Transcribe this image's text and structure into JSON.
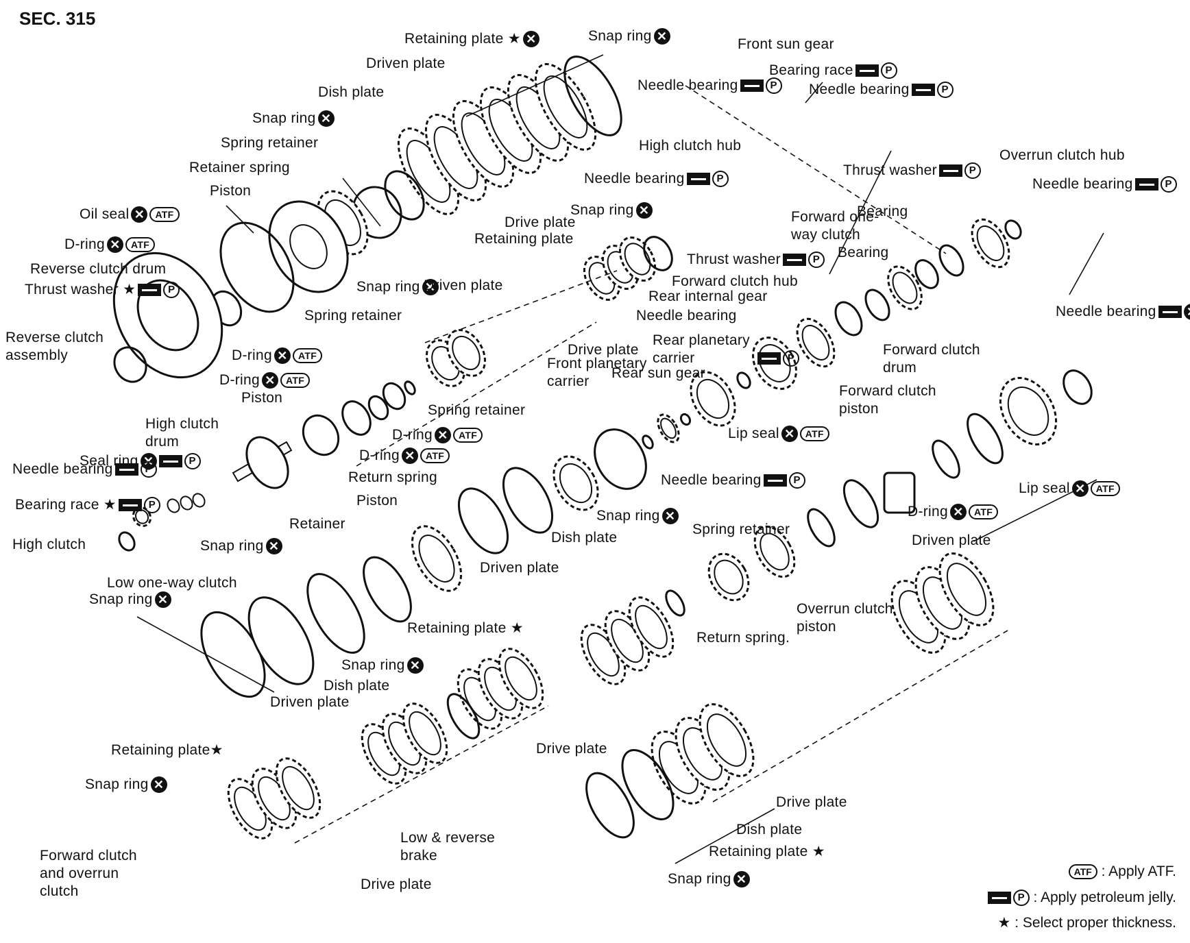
{
  "section": "SEC. 315",
  "labels": [
    {
      "text": "Retaining plate ★",
      "sym": [
        "x"
      ]
    },
    {
      "text": "Snap ring",
      "sym": [
        "x"
      ]
    },
    {
      "text": "Front sun gear",
      "sym": []
    },
    {
      "text": "Driven plate",
      "sym": []
    },
    {
      "text": "Bearing race",
      "sym": [
        "pj",
        "p"
      ]
    },
    {
      "text": "Dish plate",
      "sym": []
    },
    {
      "text": "Needle bearing",
      "sym": [
        "pj",
        "p"
      ]
    },
    {
      "text": "Needle bearing",
      "sym": [
        "pj",
        "p"
      ]
    },
    {
      "text": "Snap ring",
      "sym": [
        "x"
      ]
    },
    {
      "text": "Spring retainer",
      "sym": []
    },
    {
      "text": "High clutch hub",
      "sym": []
    },
    {
      "text": "Retainer spring",
      "sym": []
    },
    {
      "text": "Needle bearing",
      "sym": [
        "pj",
        "p"
      ]
    },
    {
      "text": "Thrust washer",
      "sym": [
        "pj",
        "p"
      ]
    },
    {
      "text": "Overrun clutch hub",
      "sym": []
    },
    {
      "text": "Piston",
      "sym": []
    },
    {
      "text": "Snap ring",
      "sym": [
        "x"
      ]
    },
    {
      "text": "Needle bearing",
      "sym": [
        "pj",
        "p"
      ]
    },
    {
      "text": "Oil seal",
      "sym": [
        "x",
        "atf"
      ]
    },
    {
      "text": "Drive plate",
      "sym": []
    },
    {
      "text": "Forward one-way clutch",
      "sym": []
    },
    {
      "text": "Bearing",
      "sym": []
    },
    {
      "text": "D-ring",
      "sym": [
        "x",
        "atf"
      ]
    },
    {
      "text": "Retaining plate",
      "sym": []
    },
    {
      "text": "Bearing",
      "sym": []
    },
    {
      "text": "Thrust washer",
      "sym": [
        "pj",
        "p"
      ]
    },
    {
      "text": "Reverse clutch drum",
      "sym": []
    },
    {
      "text": "Snap ring",
      "sym": [
        "x"
      ]
    },
    {
      "text": "Driven plate",
      "sym": []
    },
    {
      "text": "Forward clutch hub",
      "sym": []
    },
    {
      "text": "Thrust washer ★",
      "sym": [
        "pj",
        "p"
      ]
    },
    {
      "text": "Rear internal gear",
      "sym": []
    },
    {
      "text": "Spring retainer",
      "sym": []
    },
    {
      "text": "Needle bearing",
      "sym": []
    },
    {
      "text": "Needle bearing",
      "sym": [
        "pj",
        "x"
      ]
    },
    {
      "text": "Reverse clutch assembly",
      "sym": []
    },
    {
      "text": "Rear planetary carrier",
      "sym": [
        "pj",
        "p"
      ]
    },
    {
      "text": "Drive plate",
      "sym": []
    },
    {
      "text": "D-ring",
      "sym": [
        "x",
        "atf"
      ]
    },
    {
      "text": "Forward clutch drum",
      "sym": []
    },
    {
      "text": "Front planetary carrier",
      "sym": []
    },
    {
      "text": "Rear sun gear",
      "sym": []
    },
    {
      "text": "D-ring",
      "sym": [
        "x",
        "atf"
      ]
    },
    {
      "text": "Piston",
      "sym": []
    },
    {
      "text": "Forward clutch piston",
      "sym": []
    },
    {
      "text": "High clutch drum",
      "sym": []
    },
    {
      "text": "Spring retainer",
      "sym": []
    },
    {
      "text": "Lip seal",
      "sym": [
        "x",
        "atf"
      ]
    },
    {
      "text": "D-ring",
      "sym": [
        "x",
        "atf"
      ]
    },
    {
      "text": "Seal ring",
      "sym": [
        "x",
        "pj",
        "p"
      ]
    },
    {
      "text": "D-ring",
      "sym": [
        "x",
        "atf"
      ]
    },
    {
      "text": "Return spring",
      "sym": []
    },
    {
      "text": "Needle bearing",
      "sym": [
        "pj",
        "p"
      ]
    },
    {
      "text": "Needle bearing",
      "sym": [
        "pj",
        "p"
      ]
    },
    {
      "text": "Lip seal",
      "sym": [
        "x",
        "atf"
      ]
    },
    {
      "text": "Bearing race ★",
      "sym": [
        "pj",
        "p"
      ]
    },
    {
      "text": "Piston",
      "sym": []
    },
    {
      "text": "Snap ring",
      "sym": [
        "x"
      ]
    },
    {
      "text": "D-ring",
      "sym": [
        "x",
        "atf"
      ]
    },
    {
      "text": "Spring retainer",
      "sym": []
    },
    {
      "text": "Retainer",
      "sym": []
    },
    {
      "text": "Dish plate",
      "sym": []
    },
    {
      "text": "Driven plate",
      "sym": []
    },
    {
      "text": "High clutch",
      "sym": []
    },
    {
      "text": "Snap ring",
      "sym": [
        "x"
      ]
    },
    {
      "text": "Driven plate",
      "sym": []
    },
    {
      "text": "Low one-way clutch",
      "sym": []
    },
    {
      "text": "Snap ring",
      "sym": [
        "x"
      ]
    },
    {
      "text": "Overrun clutch piston",
      "sym": []
    },
    {
      "text": "Return spring.",
      "sym": []
    },
    {
      "text": "Retaining plate ★",
      "sym": []
    },
    {
      "text": "Snap ring",
      "sym": [
        "x"
      ]
    },
    {
      "text": "Dish plate",
      "sym": []
    },
    {
      "text": "Driven plate",
      "sym": []
    },
    {
      "text": "Retaining plate★",
      "sym": []
    },
    {
      "text": "Drive plate",
      "sym": []
    },
    {
      "text": "Snap ring",
      "sym": [
        "x"
      ]
    },
    {
      "text": "Drive plate",
      "sym": []
    },
    {
      "text": "Dish plate",
      "sym": []
    },
    {
      "text": "Low & reverse brake",
      "sym": []
    },
    {
      "text": "Retaining plate ★",
      "sym": []
    },
    {
      "text": "Forward clutch and overrun clutch",
      "sym": []
    },
    {
      "text": "Drive plate",
      "sym": []
    },
    {
      "text": "Snap ring",
      "sym": [
        "x"
      ]
    }
  ],
  "legend": [
    {
      "sym": "atf",
      "text": ": Apply ATF."
    },
    {
      "sym": "pjp",
      "text": ": Apply petroleum jelly."
    },
    {
      "sym": "star",
      "text": ": Select proper thickness."
    }
  ],
  "symbols": {
    "x": "✕",
    "p": "P",
    "atf": "ATF",
    "star": "★"
  }
}
